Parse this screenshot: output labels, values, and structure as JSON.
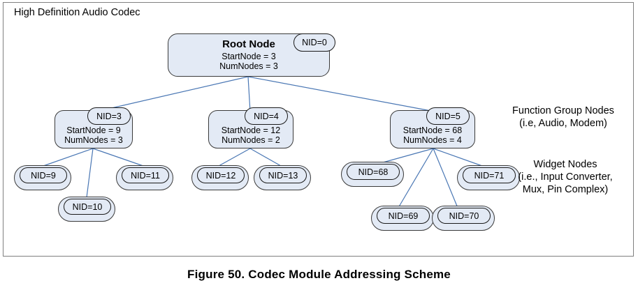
{
  "figure": {
    "frame_title": "High Definition Audio Codec",
    "caption": "Figure 50.  Codec Module Addressing Scheme",
    "colors": {
      "node_fill": "#e3eaf5",
      "node_border": "#3a3a3a",
      "edge": "#4a77b4",
      "frame_border": "#808080"
    }
  },
  "root": {
    "title": "Root Node",
    "start_node": "StartNode = 3",
    "num_nodes": "NumNodes = 3",
    "nid": "NID=0"
  },
  "function_groups": [
    {
      "nid": "NID=3",
      "start_node": "StartNode = 9",
      "num_nodes": "NumNodes = 3"
    },
    {
      "nid": "NID=4",
      "start_node": "StartNode = 12",
      "num_nodes": "NumNodes = 2"
    },
    {
      "nid": "NID=5",
      "start_node": "StartNode = 68",
      "num_nodes": "NumNodes = 4"
    }
  ],
  "widgets": [
    {
      "nid": "NID=9"
    },
    {
      "nid": "NID=10"
    },
    {
      "nid": "NID=11"
    },
    {
      "nid": "NID=12"
    },
    {
      "nid": "NID=13"
    },
    {
      "nid": "NID=68"
    },
    {
      "nid": "NID=69"
    },
    {
      "nid": "NID=70"
    },
    {
      "nid": "NID=71"
    }
  ],
  "legend": {
    "function_group": {
      "line1": "Function Group Nodes",
      "line2": "(i.e, Audio, Modem)"
    },
    "widget": {
      "line1": "Widget Nodes",
      "line2": "(i.e., Input Converter,",
      "line3": "Mux, Pin Complex)"
    }
  }
}
